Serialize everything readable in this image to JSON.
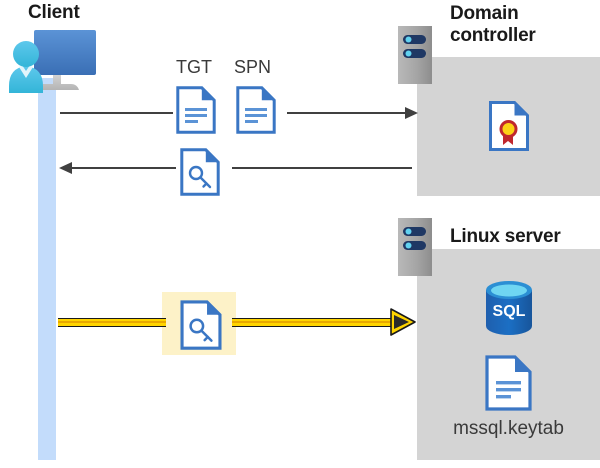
{
  "diagram": {
    "type": "sequence-flow",
    "background": "#ffffff",
    "accent_blue": "#3a76c4",
    "highlight_yellow": "#fdf2c8",
    "arrow_yellow": "#ffd400",
    "box_gray": "#d4d4d4",
    "lifeline_blue": "#c3dcfb"
  },
  "actors": {
    "client": {
      "title": "Client",
      "icon": "client-computer-user-icon"
    },
    "domain_controller": {
      "title": "Domain controller",
      "title_line1": "Domain",
      "title_line2": "controller",
      "icon": "server-rack-icon",
      "contents": [
        {
          "name": "certificate-document-icon",
          "label": ""
        }
      ]
    },
    "linux_server": {
      "title": "Linux server",
      "icon": "server-rack-icon",
      "contents": [
        {
          "name": "sql-database-icon",
          "label": "SQL"
        },
        {
          "name": "keytab-document-icon",
          "label": "mssql.keytab"
        }
      ]
    }
  },
  "flows": [
    {
      "id": "request",
      "direction": "right",
      "from": "client",
      "to": "domain_controller",
      "style": "thin-gray",
      "artifacts": [
        {
          "label": "TGT",
          "icon": "text-document-icon"
        },
        {
          "label": "SPN",
          "icon": "text-document-icon"
        }
      ]
    },
    {
      "id": "response",
      "direction": "left",
      "from": "domain_controller",
      "to": "client",
      "style": "thin-gray",
      "artifacts": [
        {
          "label": "",
          "icon": "key-document-icon"
        }
      ]
    },
    {
      "id": "service-ticket",
      "direction": "right",
      "from": "client",
      "to": "linux_server",
      "style": "thick-yellow-highlighted",
      "artifacts": [
        {
          "label": "",
          "icon": "key-document-icon"
        }
      ]
    }
  ],
  "labels": {
    "tgt": "TGT",
    "spn": "SPN",
    "sql": "SQL",
    "keytab_file": "mssql.keytab"
  }
}
